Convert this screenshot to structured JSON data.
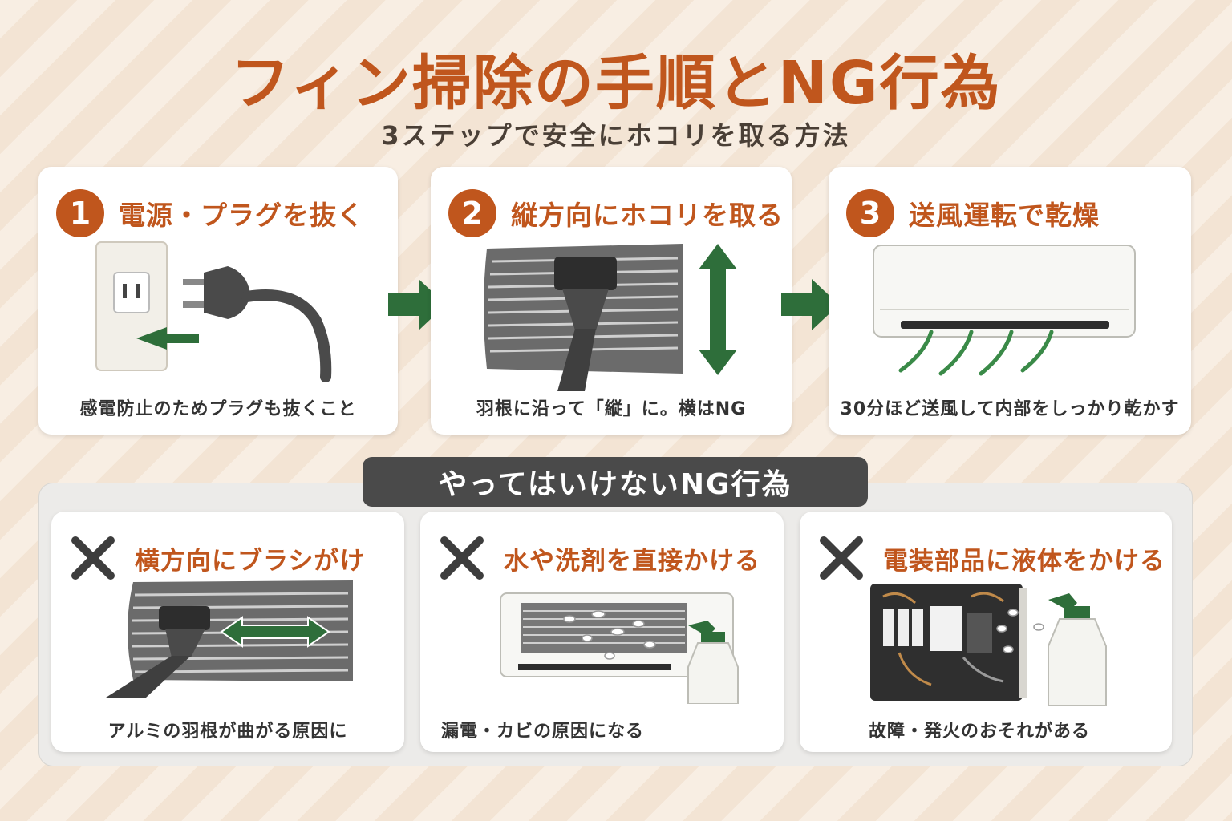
{
  "header": {
    "title": "フィン掃除の手順とNG行為",
    "subtitle": "3ステップで安全にホコリを取る方法"
  },
  "steps": [
    {
      "number": "1",
      "title": "電源・プラグを抜く",
      "caption": "感電防止のためプラグも抜くこと",
      "icon": "plug-outlet-icon"
    },
    {
      "number": "2",
      "title": "縦方向にホコリを取る",
      "caption": "羽根に沿って「縦」に。横はNG",
      "icon": "brush-fin-vertical-icon"
    },
    {
      "number": "3",
      "title": "送風運転で乾燥",
      "caption": "30分ほど送風して内部をしっかり乾かす",
      "icon": "air-conditioner-icon"
    }
  ],
  "ng_section": {
    "label": "やってはいけないNG行為",
    "items": [
      {
        "title": "横方向にブラシがけ",
        "caption": "アルミの羽根が曲がる原因に",
        "icon": "brush-fin-horizontal-icon"
      },
      {
        "title": "水や洗剤を直接かける",
        "caption": "漏電・カビの原因になる",
        "icon": "spray-aircon-icon"
      },
      {
        "title": "電装部品に液体をかける",
        "caption": "故障・発火のおそれがある",
        "icon": "spray-electrical-icon"
      }
    ]
  },
  "colors": {
    "accent": "#c0561d",
    "arrow_green": "#2e6e3a",
    "dark": "#4a4a4a"
  }
}
